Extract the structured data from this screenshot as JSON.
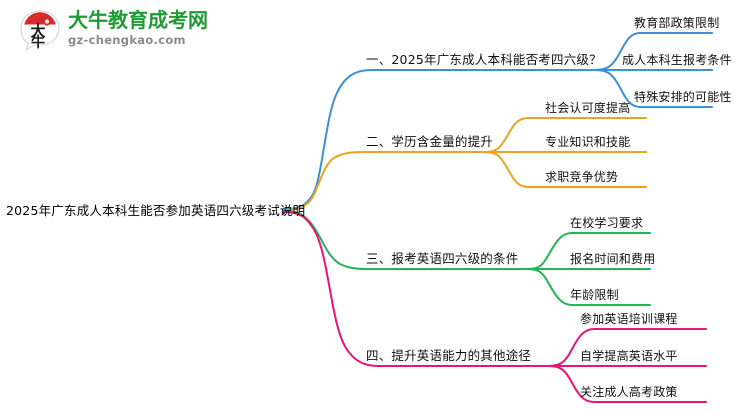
{
  "logo": {
    "mark_name": "dainiu-speech-bubble-logo",
    "mark_text": "大牛",
    "title": "大牛教育成考网",
    "subtitle": "gz-chengkao.com",
    "title_color": "#1f9b36",
    "subtitle_color": "#8a8a8a",
    "mark_red": "#d92b2b"
  },
  "mindmap": {
    "root": {
      "label": "2025年广东成人本科生能否参加英语四六级考试说明"
    },
    "branches": [
      {
        "label": "一、2025年广东成人本科能否考四六级？",
        "color": "#3d8fd6",
        "children": [
          {
            "label": "教育部政策限制"
          },
          {
            "label": "成人本科生报考条件"
          },
          {
            "label": "特殊安排的可能性"
          }
        ]
      },
      {
        "label": "二、学历含金量的提升",
        "color": "#eda220",
        "children": [
          {
            "label": "社会认可度提高"
          },
          {
            "label": "专业知识和技能"
          },
          {
            "label": "求职竞争优势"
          }
        ]
      },
      {
        "label": "三、报考英语四六级的条件",
        "color": "#21b556",
        "children": [
          {
            "label": "在校学习要求"
          },
          {
            "label": "报名时间和费用"
          },
          {
            "label": "年龄限制"
          }
        ]
      },
      {
        "label": "四、提升英语能力的其他途径",
        "color": "#ea1478",
        "children": [
          {
            "label": "参加英语培训课程"
          },
          {
            "label": "自学提高英语水平"
          },
          {
            "label": "关注成人高考政策"
          }
        ]
      }
    ]
  }
}
